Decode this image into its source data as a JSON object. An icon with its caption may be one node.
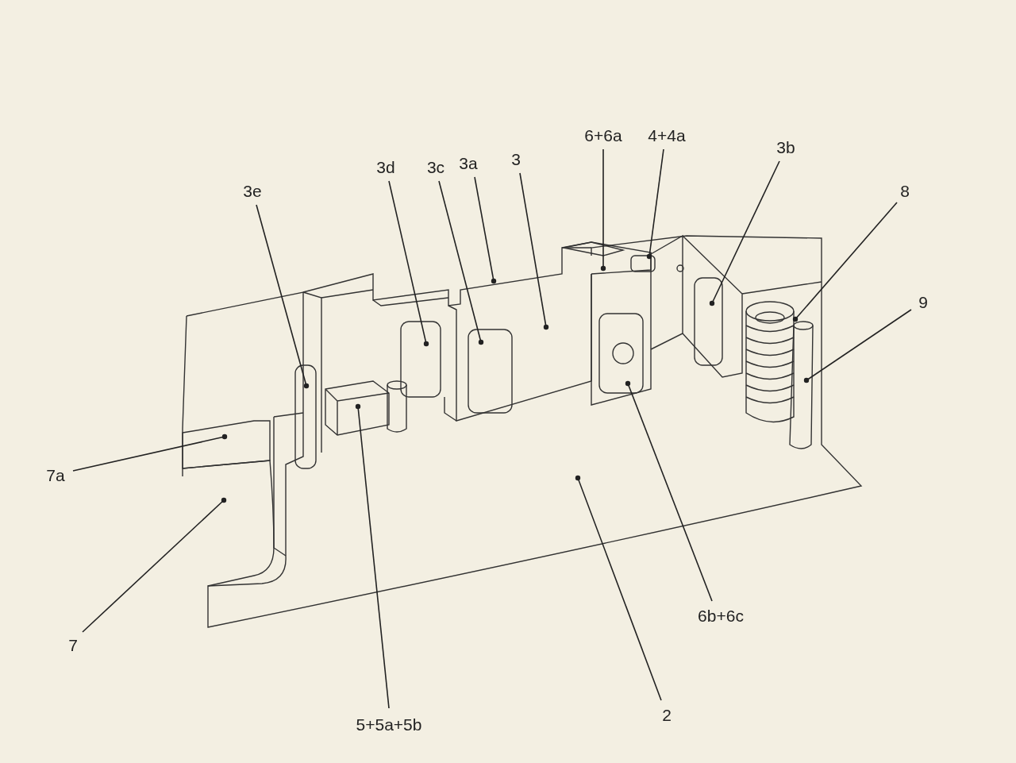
{
  "diagram": {
    "nodes": [
      {
        "text": [
          "6+6a"
        ]
      },
      {
        "text": [
          "4+4a"
        ]
      },
      {
        "text": [
          "3b"
        ]
      },
      {
        "text": [
          "3a"
        ]
      },
      {
        "text": [
          "3"
        ]
      },
      {
        "text": [
          "3d"
        ]
      },
      {
        "text": [
          "3c"
        ]
      },
      {
        "text": [
          "8"
        ]
      },
      {
        "text": [
          "3e"
        ]
      },
      {
        "text": [
          "9"
        ]
      },
      {
        "text": [
          "7a"
        ]
      },
      {
        "text": [
          "6b+6c"
        ]
      },
      {
        "text": [
          "7"
        ]
      },
      {
        "text": [
          "2"
        ]
      },
      {
        "text": [
          "5+5a+5b"
        ]
      }
    ],
    "edges": [
      {
        "from": 0,
        "to": null,
        "arrow": "other"
      },
      {
        "from": 1,
        "to": null,
        "arrow": "other"
      },
      {
        "from": 2,
        "to": null,
        "arrow": "other"
      },
      {
        "from": 3,
        "to": null,
        "arrow": "other"
      },
      {
        "from": 4,
        "to": null,
        "arrow": "other"
      },
      {
        "from": 5,
        "to": null,
        "arrow": "other"
      },
      {
        "from": 6,
        "to": null,
        "arrow": "other"
      },
      {
        "from": 7,
        "to": null,
        "arrow": "other"
      },
      {
        "from": 8,
        "to": null,
        "arrow": "other"
      },
      {
        "from": 9,
        "to": null,
        "arrow": "other"
      },
      {
        "from": 10,
        "to": null,
        "arrow": "other"
      },
      {
        "from": 11,
        "to": null,
        "arrow": "other"
      },
      {
        "from": 12,
        "to": null,
        "arrow": "other"
      },
      {
        "from": 13,
        "to": null,
        "arrow": "other"
      },
      {
        "from": 14,
        "to": null,
        "arrow": "other"
      }
    ]
  }
}
